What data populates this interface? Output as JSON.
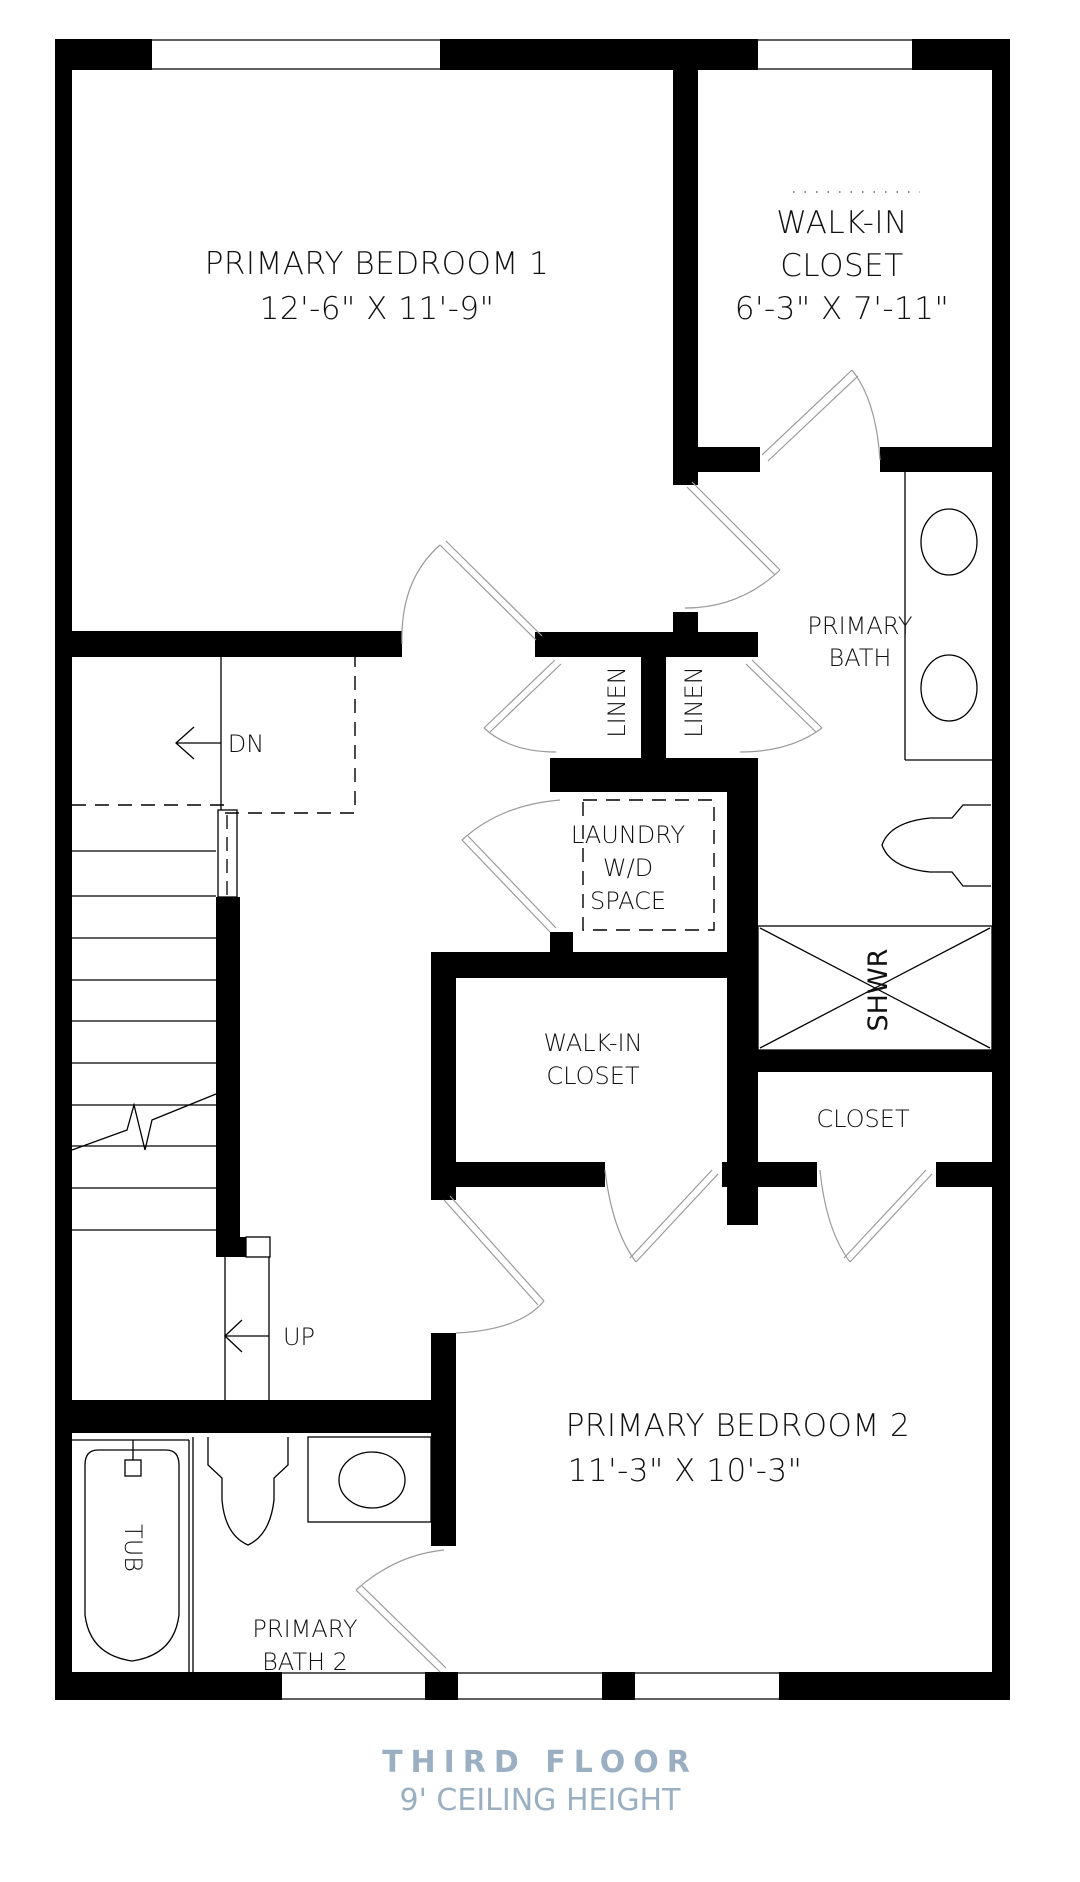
{
  "floor_plan": {
    "rooms": {
      "primary_bedroom_1": {
        "name": "PRIMARY BEDROOM 1",
        "size": "12'-6\" X 11'-9\""
      },
      "walk_in_closet_1": {
        "line1": "WALK-IN",
        "line2": "CLOSET",
        "size": "6'-3\" X 7'-11\""
      },
      "primary_bath": {
        "line1": "PRIMARY",
        "line2": "BATH"
      },
      "linen_left": "LINEN",
      "linen_right": "LINEN",
      "laundry": {
        "line1": "LAUNDRY",
        "line2": "W/D",
        "line3": "SPACE"
      },
      "shower": "SHWR",
      "walk_in_closet_2": {
        "line1": "WALK-IN",
        "line2": "CLOSET"
      },
      "closet": "CLOSET",
      "primary_bedroom_2": {
        "name": "PRIMARY BEDROOM 2",
        "size": "11'-3\" X 10'-3\""
      },
      "primary_bath_2": {
        "line1": "PRIMARY",
        "line2": "BATH 2"
      },
      "tub": "TUB"
    },
    "stairs": {
      "down_label": "DN",
      "up_label": "UP"
    }
  },
  "caption": {
    "title": "THIRD FLOOR",
    "subtitle": "9' CEILING HEIGHT",
    "color": "#9aafc2"
  }
}
